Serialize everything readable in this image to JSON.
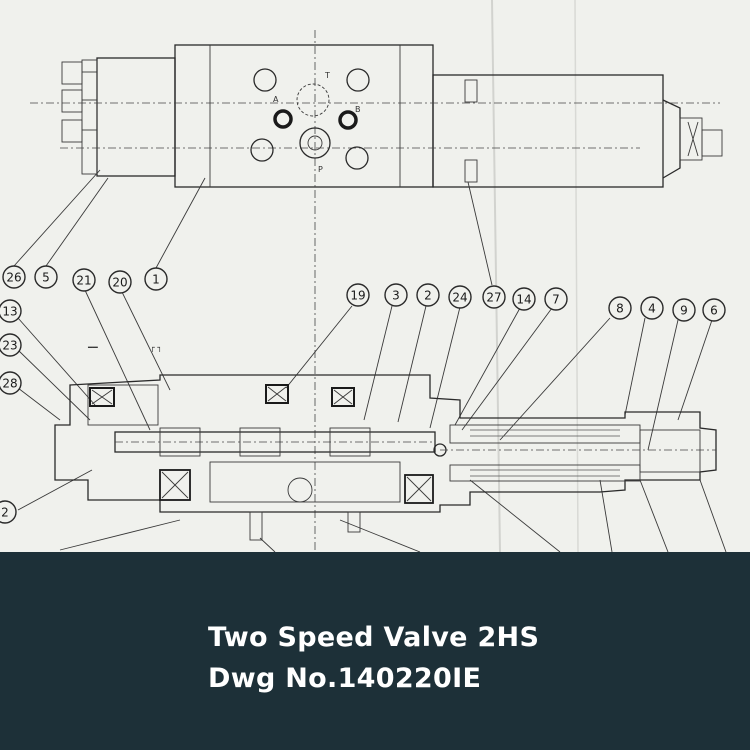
{
  "caption": {
    "line1": "Two Speed Valve 2HS",
    "line2": "Dwg No.140220IE"
  },
  "port_labels": {
    "a": "A",
    "b": "B",
    "t": "T",
    "p": "P"
  },
  "callouts": [
    {
      "id": "c26",
      "label": "26"
    },
    {
      "id": "c5",
      "label": "5"
    },
    {
      "id": "c1",
      "label": "1"
    },
    {
      "id": "c21",
      "label": "21"
    },
    {
      "id": "c20",
      "label": "20"
    },
    {
      "id": "c13",
      "label": "13"
    },
    {
      "id": "c23",
      "label": "23"
    },
    {
      "id": "c28",
      "label": "28"
    },
    {
      "id": "c2l",
      "label": "2"
    },
    {
      "id": "c19",
      "label": "19"
    },
    {
      "id": "c3",
      "label": "3"
    },
    {
      "id": "c2",
      "label": "2"
    },
    {
      "id": "c24",
      "label": "24"
    },
    {
      "id": "c27",
      "label": "27"
    },
    {
      "id": "c14",
      "label": "14"
    },
    {
      "id": "c7",
      "label": "7"
    },
    {
      "id": "c8",
      "label": "8"
    },
    {
      "id": "c4",
      "label": "4"
    },
    {
      "id": "c9",
      "label": "9"
    },
    {
      "id": "c6",
      "label": "6"
    }
  ],
  "colors": {
    "caption_band": "#1d3038",
    "caption_text": "#ffffff",
    "paper": "#f0f1ed"
  }
}
